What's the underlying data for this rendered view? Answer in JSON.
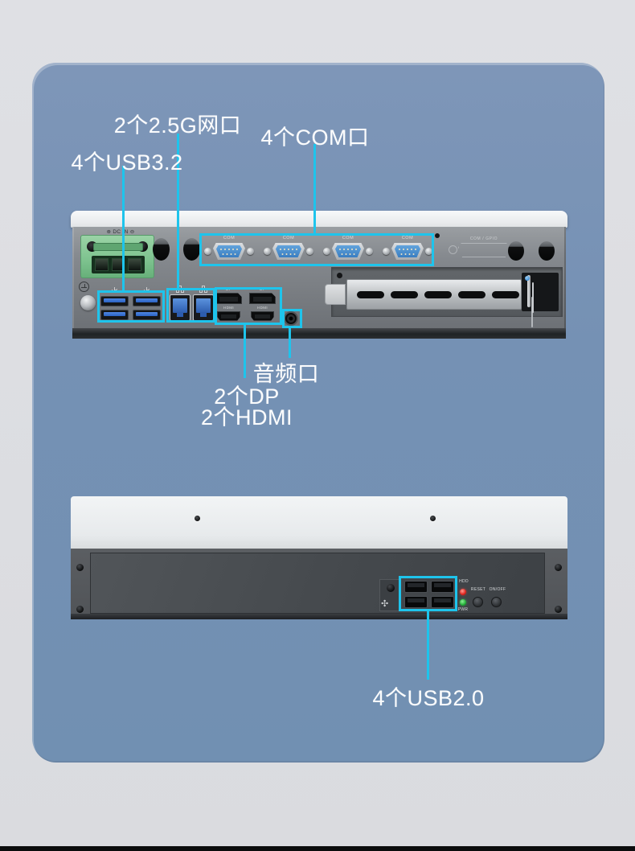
{
  "colors": {
    "page_bg": "#dcdde1",
    "panel_bg": "#7591b4",
    "accent_cyan": "#1ec4ec",
    "label_text": "#fbfcfd",
    "usb3_blue": "#2a62c4",
    "lan_blue": "#2d5cae",
    "com_blue": "#3a7dc0",
    "dc_green": "#7dc28e",
    "led_red": "#e2231c",
    "led_green": "#23b238"
  },
  "callouts": {
    "usb32": "4个USB3.2",
    "lan": "2个2.5G网口",
    "com": "4个COM口",
    "audio": "音频口",
    "dp": "2个DP",
    "hdmi": "2个HDMI",
    "usb20": "4个USB2.0"
  },
  "front_panel": {
    "dc_in": "⊕ DC IN ⊖",
    "com_labels": [
      "COM",
      "COM",
      "COM",
      "COM"
    ],
    "com_gpio": "COM / GPIO",
    "dp_labels": [
      "DP",
      "DP"
    ],
    "hdmi_labels": [
      "HDMI",
      "HDMI"
    ]
  },
  "rear_panel": {
    "hdd": "HDD",
    "pwr": "PWR",
    "reset": "RESET",
    "onoff": "ON/OFF"
  },
  "icons": {
    "fan": "✣"
  }
}
